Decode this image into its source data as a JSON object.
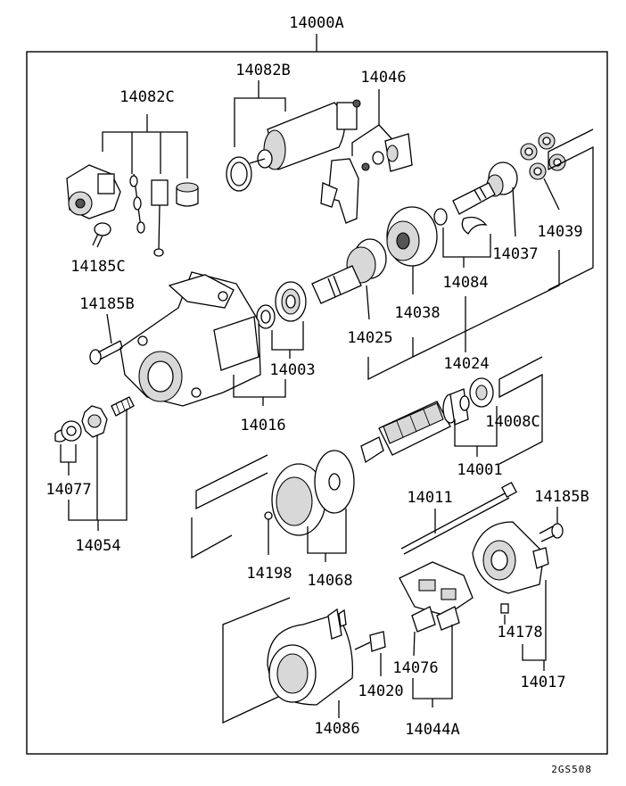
{
  "diagram": {
    "assembly_number": "14000A",
    "drawing_code": "2GS508",
    "part_labels": {
      "p14082C": "14082C",
      "p14082B": "14082B",
      "p14046": "14046",
      "p14185C": "14185C",
      "p14185B_left": "14185B",
      "p14003": "14003",
      "p14016": "14016",
      "p14025": "14025",
      "p14038": "14038",
      "p14084": "14084",
      "p14037": "14037",
      "p14039": "14039",
      "p14024": "14024",
      "p14008C": "14008C",
      "p14001": "14001",
      "p14077": "14077",
      "p14054": "14054",
      "p14011": "14011",
      "p14185B_right": "14185B",
      "p14198": "14198",
      "p14068": "14068",
      "p14178": "14178",
      "p14076": "14076",
      "p14020": "14020",
      "p14017": "14017",
      "p14086": "14086",
      "p14044A": "14044A"
    }
  }
}
